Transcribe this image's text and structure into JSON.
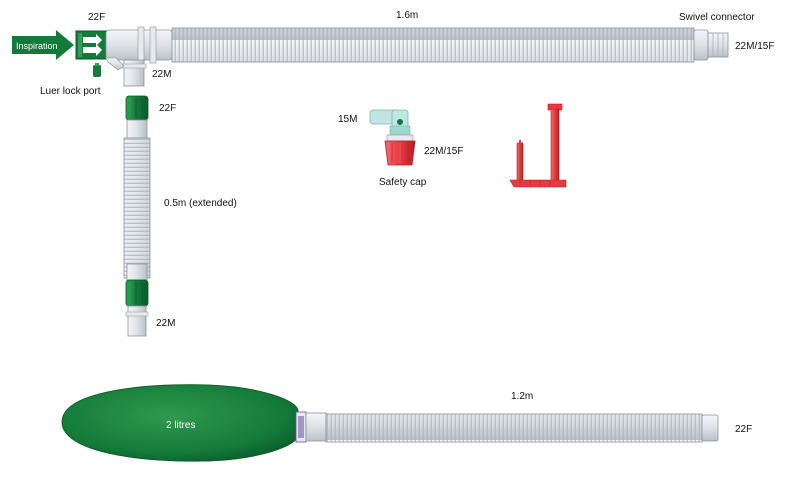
{
  "colors": {
    "tube": "#dde2e6",
    "tube_rib": "#a9b2ba",
    "tube_edge": "#8a949c",
    "green": "#137a3a",
    "green_dark": "#0c5a29",
    "green_light": "#2fa055",
    "red": "#e53a3f",
    "red_dark": "#b81e25",
    "teal": "#bfe6e2",
    "purple": "#6b4ea0"
  },
  "labels": {
    "top_22f": "22F",
    "length_top": "1.6m",
    "swivel": "Swivel connector",
    "right_22m15f": "22M/15F",
    "inspiration": "Inspiration",
    "port_22m": "22M",
    "luer": "Luer lock port",
    "vert_22f": "22F",
    "vert_length": "0.5m (extended)",
    "vert_22m": "22M",
    "elbow_15m": "15M",
    "elbow_22m15f": "22M/15F",
    "safety_cap": "Safety cap",
    "bag_volume": "2 litres",
    "bag_length": "1.2m",
    "bag_22f": "22F"
  },
  "icons": {
    "inspiration_arrow": "arrow-right-icon",
    "flow_arrows": "double-arrow-icon"
  }
}
